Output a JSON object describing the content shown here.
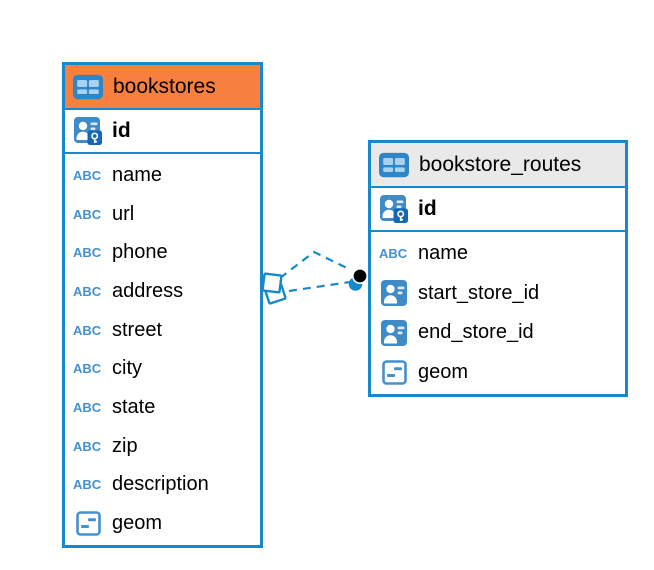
{
  "colors": {
    "table_border": "#1789CB",
    "bookstores_header_bg": "#F8803F",
    "bookstore_routes_header_bg": "#E9E9E9",
    "relation_line": "#1789CB",
    "field_icon_blue": "#3D8BC9",
    "text_type_blue": "#4591CE",
    "primary_key_badge_blue": "#1567B3",
    "text_color": "#000000"
  },
  "icons": {
    "text_type_glyph": "ABC"
  },
  "tables": [
    {
      "title": "bookstores",
      "primary_key": {
        "label": "id",
        "type": "primary-key"
      },
      "columns": [
        {
          "label": "name",
          "type": "text"
        },
        {
          "label": "url",
          "type": "text"
        },
        {
          "label": "phone",
          "type": "text"
        },
        {
          "label": "address",
          "type": "text"
        },
        {
          "label": "street",
          "type": "text"
        },
        {
          "label": "city",
          "type": "text"
        },
        {
          "label": "state",
          "type": "text"
        },
        {
          "label": "zip",
          "type": "text"
        },
        {
          "label": "description",
          "type": "text"
        },
        {
          "label": "geom",
          "type": "geometry"
        }
      ]
    },
    {
      "title": "bookstore_routes",
      "primary_key": {
        "label": "id",
        "type": "primary-key"
      },
      "columns": [
        {
          "label": "name",
          "type": "text"
        },
        {
          "label": "start_store_id",
          "type": "reference"
        },
        {
          "label": "end_store_id",
          "type": "reference"
        },
        {
          "label": "geom",
          "type": "geometry"
        }
      ]
    }
  ],
  "relations": [
    {
      "from": "bookstores",
      "to": "bookstore_routes"
    },
    {
      "from": "bookstores",
      "to": "bookstore_routes"
    }
  ]
}
